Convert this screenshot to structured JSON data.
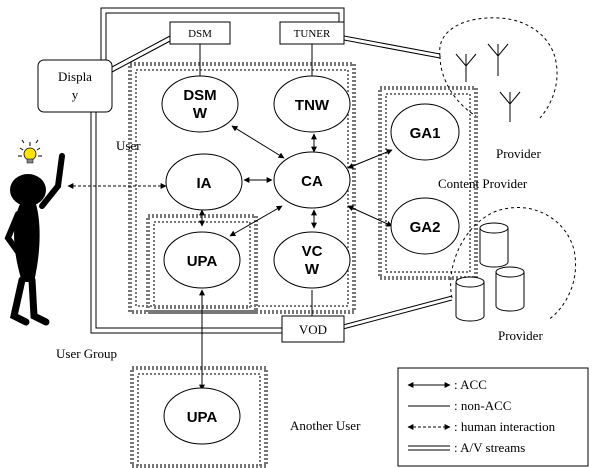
{
  "nodes": {
    "dsmw": [
      "DSM",
      "W"
    ],
    "tnw": "TNW",
    "ia": "IA",
    "ca": "CA",
    "upa": "UPA",
    "vcw": [
      "VC",
      "W"
    ],
    "upa2": "UPA",
    "ga1": "GA1",
    "ga2": "GA2"
  },
  "boxes": {
    "dsm": "DSM",
    "tuner": "TUNER",
    "vod": "VOD",
    "display": [
      "Displa",
      "y"
    ]
  },
  "labels": {
    "user": "User",
    "user_group": "User Group",
    "another_user": "Another User",
    "provider_top": "Provider",
    "content_provider": "Content Provider",
    "provider_bottom": "Provider"
  },
  "legend": {
    "acc": ": ACC",
    "non_acc": ": non-ACC",
    "human": ": human interaction",
    "av": ": A/V streams"
  }
}
